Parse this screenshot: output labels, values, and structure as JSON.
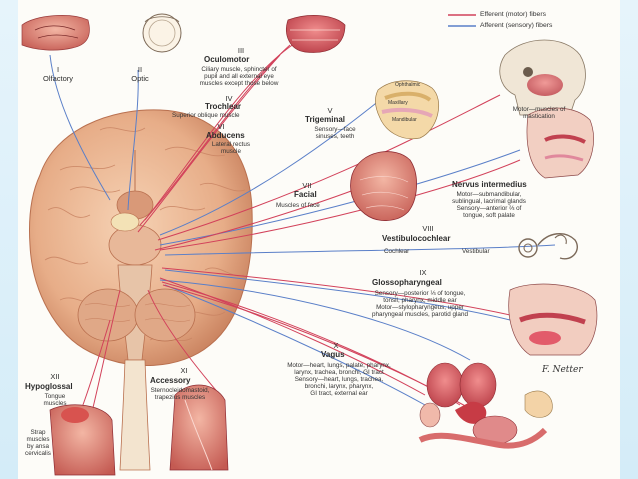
{
  "legend": {
    "efferent": "Efferent (motor) fibers",
    "afferent": "Afferent (sensory) fibers",
    "efferent_color": "#d2415a",
    "afferent_color": "#5a7fc8"
  },
  "nerves": {
    "olfactory": {
      "numeral": "I",
      "name": "Olfactory"
    },
    "optic": {
      "numeral": "II",
      "name": "Optic"
    },
    "oculomotor": {
      "numeral": "III",
      "name": "Oculomotor",
      "desc": [
        "Ciliary muscle, sphincter of",
        "pupil and all external eye",
        "muscles except those below"
      ]
    },
    "trochlear": {
      "numeral": "IV",
      "name": "Trochlear",
      "desc": [
        "Superior oblique muscle"
      ]
    },
    "trigeminal": {
      "numeral": "V",
      "name": "Trigeminal",
      "desc": [
        "Sensory—face",
        "sinuses, teeth"
      ],
      "motor": [
        "Motor—muscles of",
        "mastication"
      ],
      "branches": [
        "Ophthalmic",
        "Maxillary",
        "Mandibular"
      ]
    },
    "abducens": {
      "numeral": "VI",
      "name": "Abducens",
      "desc": [
        "Lateral rectus",
        "muscle"
      ]
    },
    "facial": {
      "numeral": "VII",
      "name": "Facial",
      "desc": [
        "Muscles of face"
      ]
    },
    "intermedius": {
      "name": "Nervus intermedius",
      "desc": [
        "Motor—submandibular,",
        "sublingual, lacrimal glands",
        "Sensory—anterior ⅔ of",
        "tongue, soft palate"
      ]
    },
    "vestibulocochlear": {
      "numeral": "VIII",
      "name": "Vestibulocochlear",
      "cochlear": "Cochlear",
      "vestibular": "Vestibular"
    },
    "glossopharyngeal": {
      "numeral": "IX",
      "name": "Glossopharyngeal",
      "desc": [
        "Sensory—posterior ⅓ of tongue,",
        "tonsil, pharynx, middle ear",
        "Motor—stylopharyngeus, upper",
        "pharyngeal muscles, parotid gland"
      ]
    },
    "vagus": {
      "numeral": "X",
      "name": "Vagus",
      "desc": [
        "Motor—heart, lungs, palate, pharynx,",
        "larynx, trachea, bronchi, GI tract",
        "Sensory—heart, lungs, trachea,",
        "bronchi, larynx, pharynx,",
        "GI tract, external ear"
      ]
    },
    "accessory": {
      "numeral": "XI",
      "name": "Accessory",
      "desc": [
        "Sternocleidomastoid,",
        "trapezius muscles"
      ]
    },
    "hypoglossal": {
      "numeral": "XII",
      "name": "Hypoglossal",
      "desc": [
        "Tongue",
        "muscles"
      ]
    },
    "ansa": {
      "desc": [
        "Strap",
        "muscles",
        "by ansa",
        "cervicalis"
      ]
    }
  },
  "signature": "F. Netter"
}
